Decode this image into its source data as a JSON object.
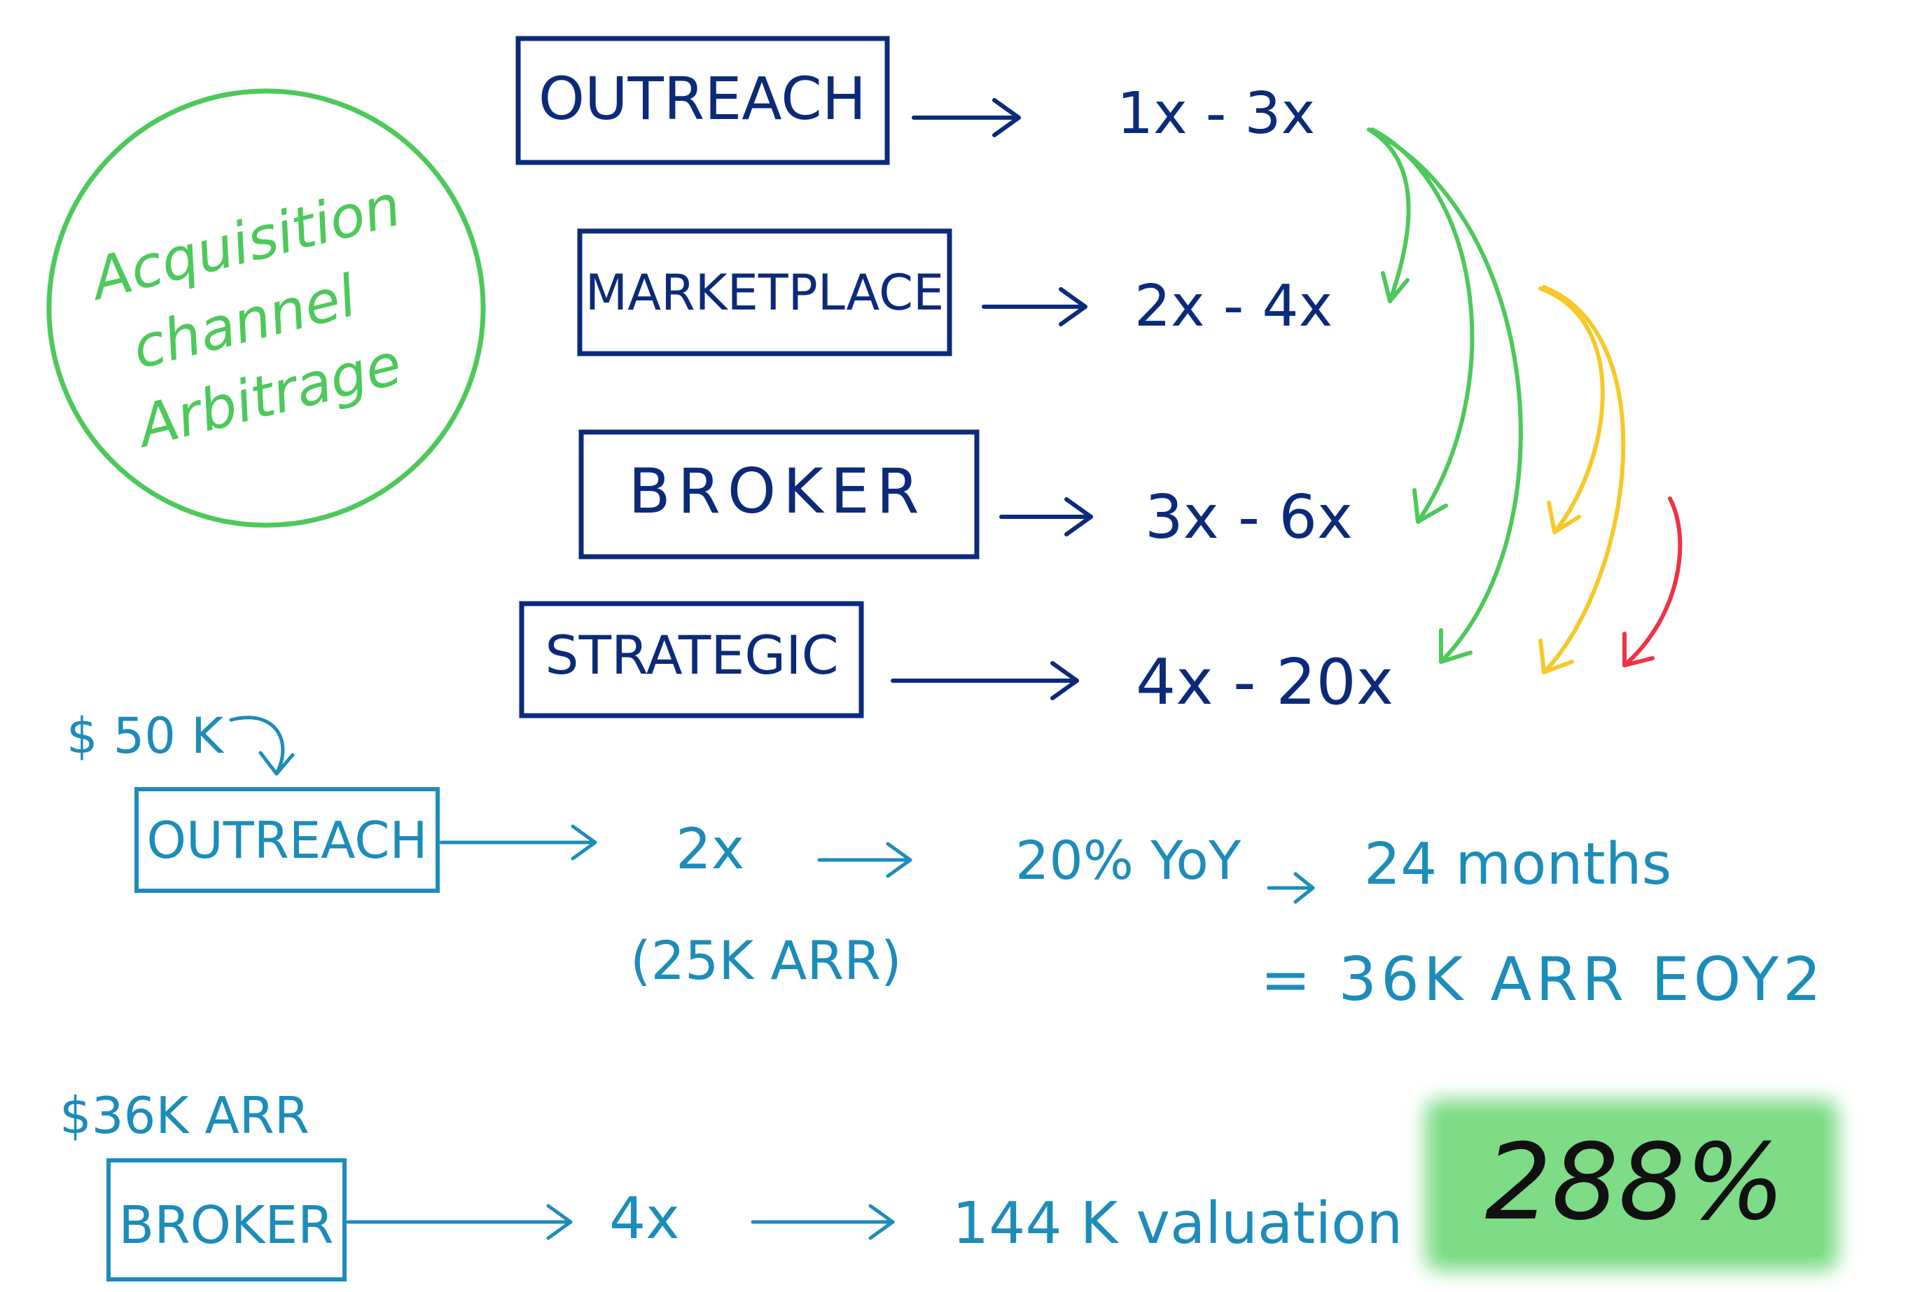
{
  "badge": {
    "lines": [
      "Acquisition",
      "channel",
      "Arbitrage"
    ]
  },
  "channels": [
    {
      "label": "OUTREACH",
      "multiple": "1x - 3x"
    },
    {
      "label": "MARKETPLACE",
      "multiple": "2x - 4x"
    },
    {
      "label": "BROKER",
      "multiple": "3x - 6x"
    },
    {
      "label": "STRATEGIC",
      "multiple": "4x - 20x"
    }
  ],
  "example1": {
    "investment": "$ 50 K",
    "channel": "OUTREACH",
    "multiple": "2x",
    "multiple_note": "(25K ARR)",
    "growth": "20% YoY",
    "duration": "24 months",
    "result": "= 36K ARR EOY2"
  },
  "example2": {
    "revenue": "$36K ARR",
    "channel": "BROKER",
    "multiple": "4x",
    "valuation": "144 K valuation",
    "return": "288%"
  },
  "colors": {
    "navy": "#0b2a7a",
    "teal": "#1c8cba",
    "green": "#4cc95a",
    "yellow": "#f6c829",
    "red": "#ee3344",
    "highlight": "#7ddc85"
  }
}
